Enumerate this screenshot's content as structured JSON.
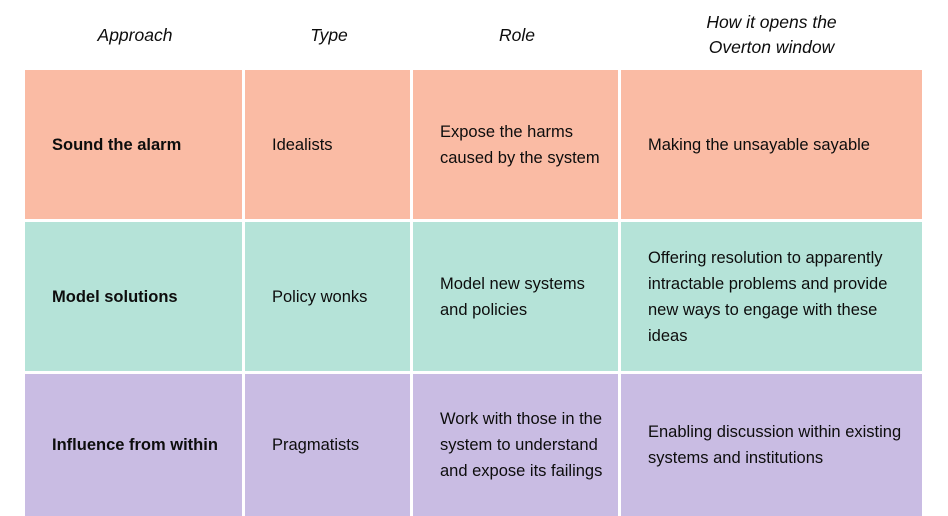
{
  "table": {
    "columns": [
      {
        "key": "approach",
        "label": "Approach"
      },
      {
        "key": "type",
        "label": "Type"
      },
      {
        "key": "role",
        "label": "Role"
      },
      {
        "key": "overton",
        "label": "How it opens the Overton window",
        "label_line1": "How it opens the",
        "label_line2": "Overton window"
      }
    ],
    "rows": [
      {
        "approach": "Sound the alarm",
        "type": "Idealists",
        "role": "Expose the harms caused by the system",
        "overton": "Making the unsayable sayable",
        "row_color": "#FABBA4",
        "row_color_name": "salmon"
      },
      {
        "approach": "Model solutions",
        "type": "Policy wonks",
        "role": "Model new systems and policies",
        "overton": "Offering resolution to apparently intractable problems and provide new ways to engage with these ideas",
        "row_color": "#B5E3D8",
        "row_color_name": "mint"
      },
      {
        "approach": "Influence from within",
        "type": "Pragmatists",
        "role": "Work with those in the system to understand and expose its failings",
        "overton": "Enabling discussion within existing systems and institutions",
        "row_color": "#C9BCE3",
        "row_color_name": "lavender"
      }
    ]
  },
  "colors": {
    "background": "#ffffff",
    "text": "#0d0d0d",
    "grid_line": "#ffffff",
    "row_1": "#FABBA4",
    "row_2": "#B5E3D8",
    "row_3": "#C9BCE3"
  }
}
